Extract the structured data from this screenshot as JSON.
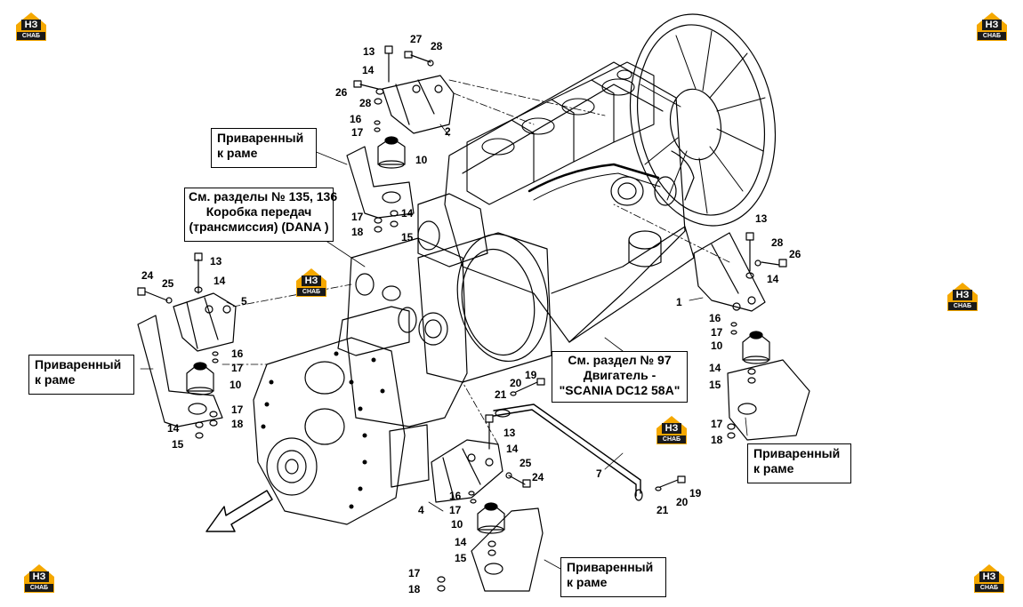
{
  "callouts": {
    "welded_top": "Приваренный\nк раме",
    "see_sections": [
      "См. разделы № 135, 136",
      "Коробка передач",
      "(трансмиссия) (DANA )"
    ],
    "welded_left": "Приваренный\nк раме",
    "see_engine": [
      "См. раздел № 97",
      "Двигатель -",
      "\"SCANIA DC12 58A\""
    ],
    "welded_right": "Приваренный\nк раме",
    "welded_bottom": "Приваренный\nк раме"
  },
  "logo": {
    "top": "НЗ",
    "bottom": "СНАБ",
    "color": "#f5a800"
  },
  "part_numbers": {
    "n13a": "13",
    "n27": "27",
    "n28a": "28",
    "n14a": "14",
    "n26a": "26",
    "n28b": "28",
    "n16a": "16",
    "n17a": "17",
    "n2": "2",
    "n10a": "10",
    "n17b": "17",
    "n14b": "14",
    "n18a": "18",
    "n15a": "15",
    "n24a": "24",
    "n25a": "25",
    "n13b": "13",
    "n14c": "14",
    "n5": "5",
    "n16b": "16",
    "n17c": "17",
    "n10b": "10",
    "n17d": "17",
    "n18b": "18",
    "n14d": "14",
    "n15b": "15",
    "n13c": "13",
    "n28c": "28",
    "n26b": "26",
    "n14e": "14",
    "n1": "1",
    "n16c": "16",
    "n17e": "17",
    "n10c": "10",
    "n14f": "14",
    "n15c": "15",
    "n17f": "17",
    "n18c": "18",
    "n19a": "19",
    "n20a": "20",
    "n21a": "21",
    "n13d": "13",
    "n14g": "14",
    "n25b": "25",
    "n24b": "24",
    "n7": "7",
    "n16d": "16",
    "n17g": "17",
    "n4": "4",
    "n10d": "10",
    "n14h": "14",
    "n15d": "15",
    "n17h": "17",
    "n18d": "18",
    "n19b": "19",
    "n20b": "20",
    "n21b": "21"
  }
}
